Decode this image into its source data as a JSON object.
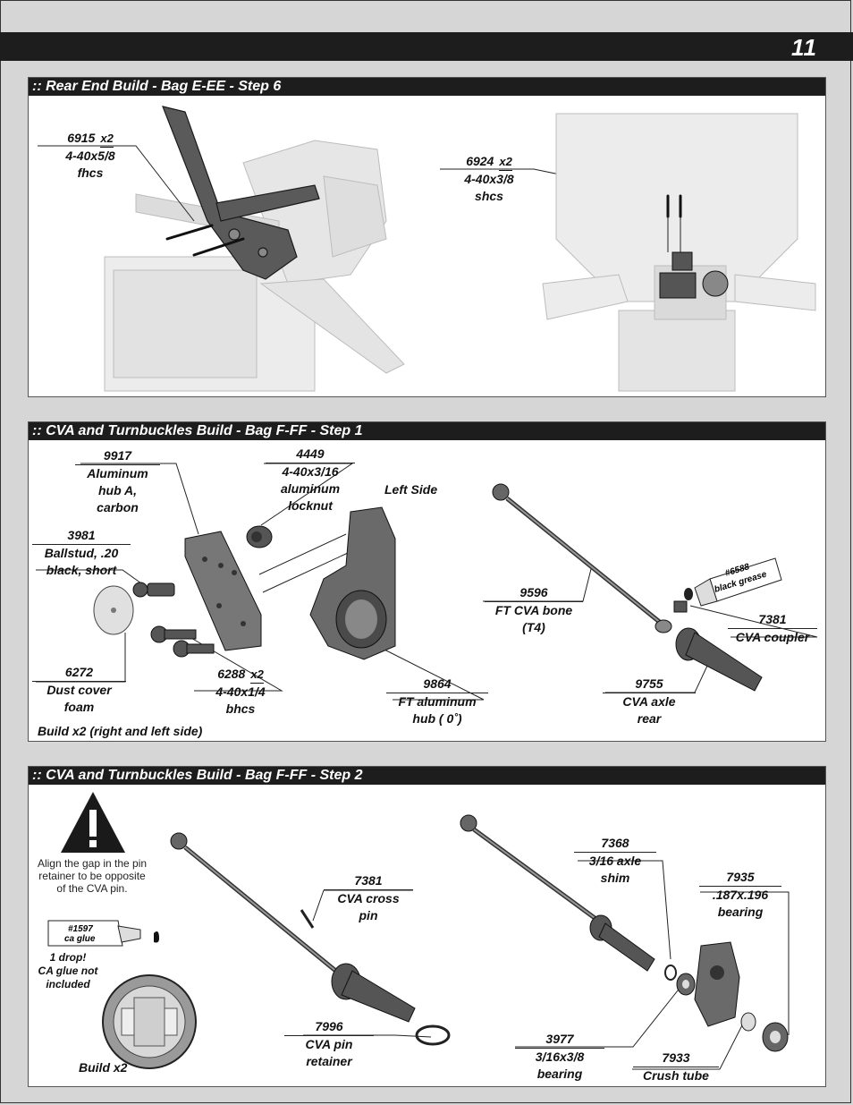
{
  "page": {
    "number": "11"
  },
  "panels": [
    {
      "title": ":: Rear End Build - Bag E-EE - Step 6",
      "parts": [
        {
          "pn": "6915",
          "qty": "x2",
          "desc": [
            "4-40x5/8",
            "fhcs"
          ]
        },
        {
          "pn": "6924",
          "qty": "x2",
          "desc": [
            "4-40x3/8",
            "shcs"
          ]
        }
      ]
    },
    {
      "title": ":: CVA and Turnbuckles Build - Bag F-FF - Step 1",
      "side_label": "Left Side",
      "build_note": "Build x2 (right and left side)",
      "grease_tube": [
        "#6588",
        "black grease"
      ],
      "parts": [
        {
          "pn": "9917",
          "desc": [
            "Aluminum",
            "hub A,",
            "carbon"
          ]
        },
        {
          "pn": "4449",
          "desc": [
            "4-40x3/16",
            "aluminum",
            "locknut"
          ]
        },
        {
          "pn": "3981",
          "desc": [
            "Ballstud, .20",
            "black, short"
          ]
        },
        {
          "pn": "9596",
          "desc": [
            "FT CVA bone",
            "(T4)"
          ]
        },
        {
          "pn": "7381",
          "desc": [
            "CVA coupler"
          ]
        },
        {
          "pn": "6272",
          "desc": [
            "Dust cover",
            "foam"
          ]
        },
        {
          "pn": "6288",
          "qty": "x2",
          "desc": [
            "4-40x1/4",
            "bhcs"
          ]
        },
        {
          "pn": "9864",
          "desc": [
            "FT aluminum",
            "hub ( 0˚)"
          ]
        },
        {
          "pn": "9755",
          "desc": [
            "CVA axle",
            "rear"
          ]
        }
      ]
    },
    {
      "title": ":: CVA and Turnbuckles Build - Bag F-FF - Step 2",
      "warning": "Align the gap in the pin retainer to be opposite of the CVA pin.",
      "glue_tube": [
        "#1597",
        "ca glue"
      ],
      "glue_note": [
        "1 drop!",
        "CA glue not",
        "included"
      ],
      "build_note": "Build x2",
      "parts": [
        {
          "pn": "7381",
          "desc": [
            "CVA cross",
            "pin"
          ]
        },
        {
          "pn": "7996",
          "desc": [
            "CVA pin",
            "retainer"
          ]
        },
        {
          "pn": "7368",
          "desc": [
            "3/16 axle",
            "shim"
          ]
        },
        {
          "pn": "7935",
          "desc": [
            ".187x.196",
            "bearing"
          ]
        },
        {
          "pn": "3977",
          "desc": [
            "3/16x3/8",
            "bearing"
          ]
        },
        {
          "pn": "7933",
          "desc": [
            "Crush tube"
          ]
        }
      ]
    }
  ]
}
